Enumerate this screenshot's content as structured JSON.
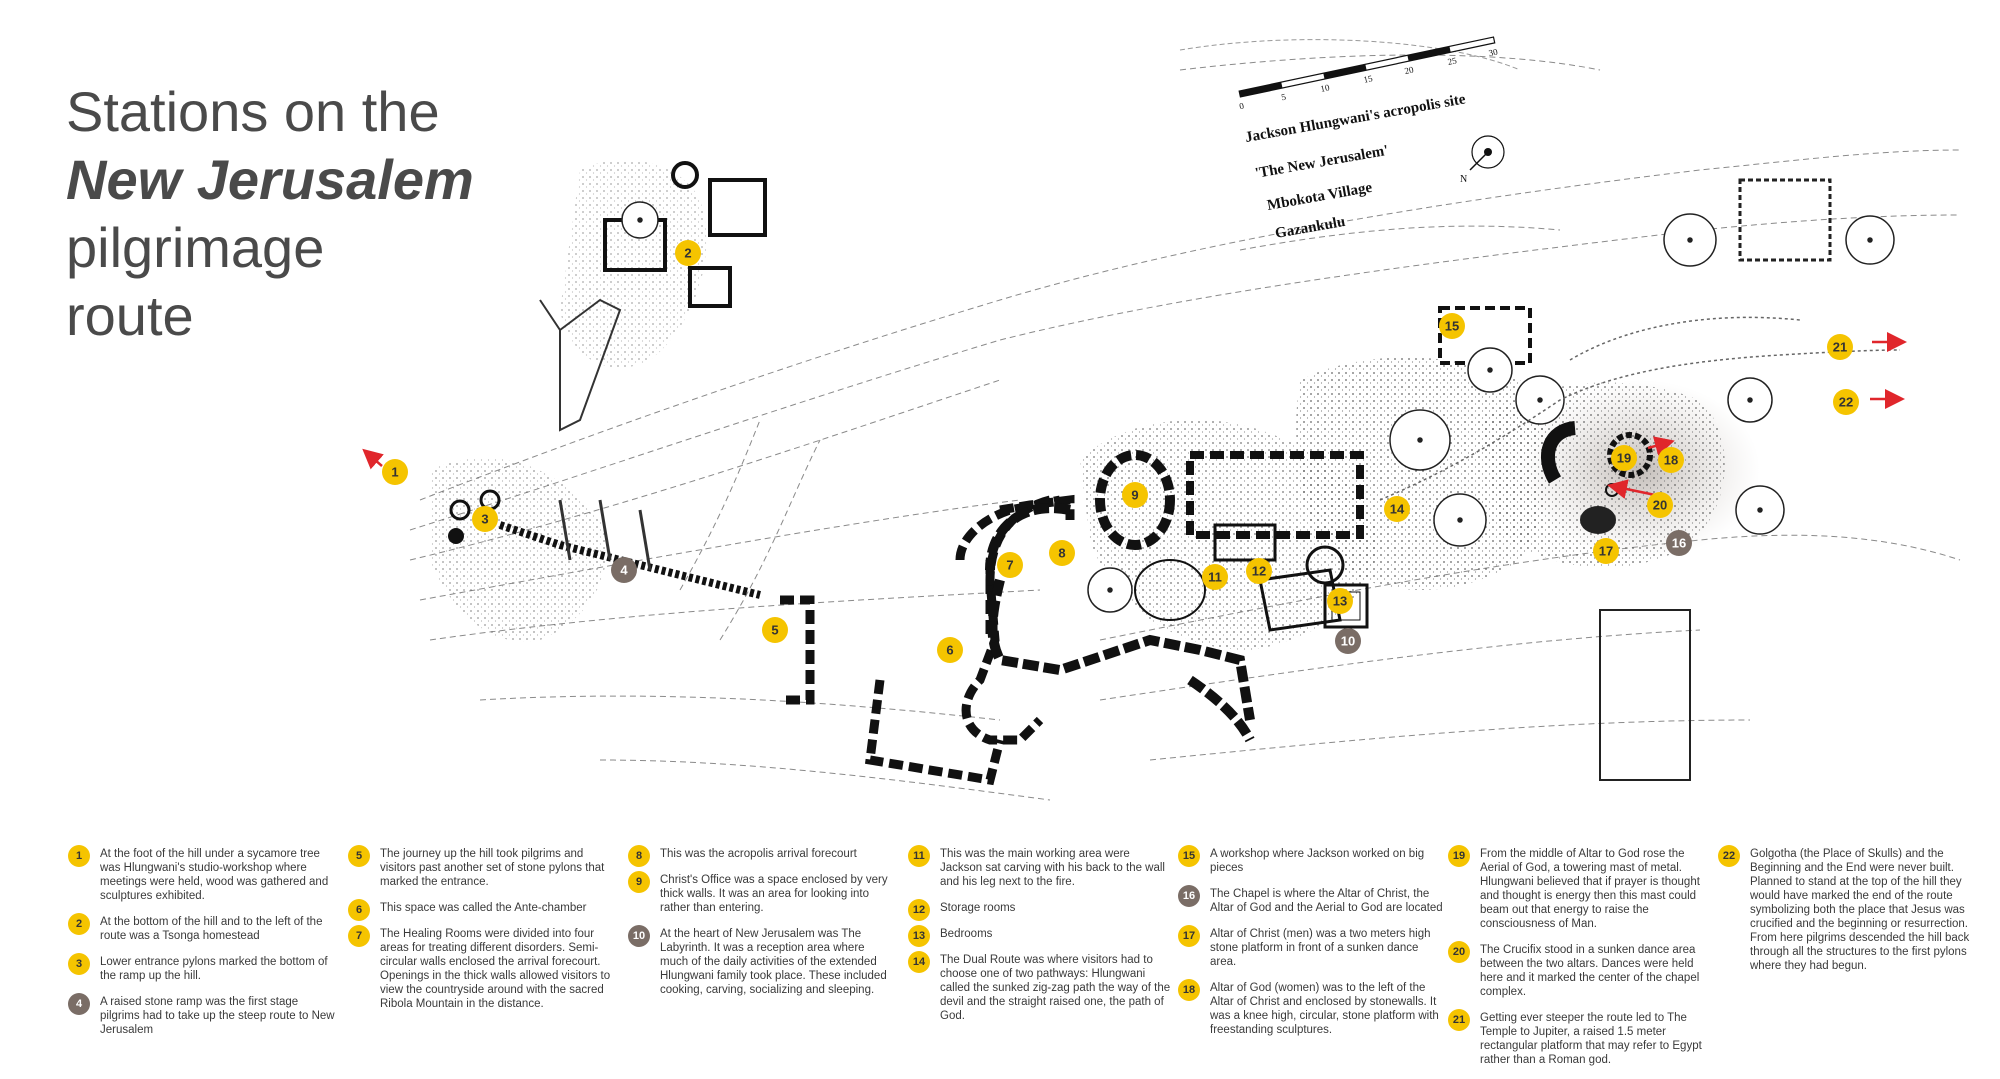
{
  "title": {
    "line1": "Stations on the",
    "line2": "New Jerusalem",
    "line3": "pilgrimage",
    "line4": "route"
  },
  "map_label": {
    "line1": "Jackson Hlungwani's acropolis site",
    "line2": "'The New Jerusalem'",
    "line3": "Mbokota Village",
    "line4": "Gazankulu",
    "scale_ticks": [
      "0",
      "5",
      "10",
      "15",
      "20",
      "25",
      "30"
    ],
    "north": "N"
  },
  "colors": {
    "yellow": "#f5c400",
    "grey": "#7a6d66",
    "arrow": "#e0262b"
  },
  "markers": [
    {
      "n": "1",
      "type": "yellow"
    },
    {
      "n": "2",
      "type": "yellow"
    },
    {
      "n": "3",
      "type": "yellow"
    },
    {
      "n": "4",
      "type": "grey"
    },
    {
      "n": "5",
      "type": "yellow"
    },
    {
      "n": "6",
      "type": "yellow"
    },
    {
      "n": "7",
      "type": "yellow"
    },
    {
      "n": "8",
      "type": "yellow"
    },
    {
      "n": "9",
      "type": "yellow"
    },
    {
      "n": "10",
      "type": "grey"
    },
    {
      "n": "11",
      "type": "yellow"
    },
    {
      "n": "12",
      "type": "yellow"
    },
    {
      "n": "13",
      "type": "yellow"
    },
    {
      "n": "14",
      "type": "yellow"
    },
    {
      "n": "15",
      "type": "yellow"
    },
    {
      "n": "16",
      "type": "grey"
    },
    {
      "n": "17",
      "type": "yellow"
    },
    {
      "n": "18",
      "type": "yellow"
    },
    {
      "n": "19",
      "type": "yellow"
    },
    {
      "n": "20",
      "type": "yellow"
    },
    {
      "n": "21",
      "type": "yellow"
    },
    {
      "n": "22",
      "type": "yellow"
    }
  ],
  "legend": [
    {
      "n": "1",
      "type": "yellow",
      "text": "At the foot of the hill under a sycamore tree was Hlungwani's studio-workshop where meetings were held, wood was gathered and sculptures exhibited."
    },
    {
      "n": "2",
      "type": "yellow",
      "text": "At the bottom of the hill and to the left of the route was a Tsonga homestead"
    },
    {
      "n": "3",
      "type": "yellow",
      "text": "Lower entrance pylons marked the bottom of the ramp up the hill."
    },
    {
      "n": "4",
      "type": "grey",
      "text": "A raised stone ramp was the first stage pilgrims had to take up the steep route to New Jerusalem"
    },
    {
      "n": "5",
      "type": "yellow",
      "text": "The journey up the hill took pilgrims and visitors past another set of stone pylons that marked the entrance."
    },
    {
      "n": "6",
      "type": "yellow",
      "text": "This space was called the Ante-chamber"
    },
    {
      "n": "7",
      "type": "yellow",
      "text": "The Healing Rooms were divided into four areas for treating different disorders. Semi-circular walls enclosed the arrival forecourt. Openings in the thick walls allowed visitors to view the countryside around with the sacred Ribola Mountain in the distance."
    },
    {
      "n": "8",
      "type": "yellow",
      "text": "This was the acropolis arrival forecourt"
    },
    {
      "n": "9",
      "type": "yellow",
      "text": "Christ's Office was a space enclosed by very thick walls. It was an area for looking into rather than entering."
    },
    {
      "n": "10",
      "type": "grey",
      "text": "At the heart of New Jerusalem was The Labyrinth. It was a reception area where much of the daily activities of the extended Hlungwani family took place. These included cooking, carving, socializing and sleeping."
    },
    {
      "n": "11",
      "type": "yellow",
      "text": "This was the main working area were Jackson sat carving with his back to the wall and his leg next to the fire."
    },
    {
      "n": "12",
      "type": "yellow",
      "text": "Storage rooms"
    },
    {
      "n": "13",
      "type": "yellow",
      "text": "Bedrooms"
    },
    {
      "n": "14",
      "type": "yellow",
      "text": "The Dual Route was where visitors had to choose one of two pathways: Hlungwani called the sunked zig-zag path the way of the devil and the straight raised one, the path of God."
    },
    {
      "n": "15",
      "type": "yellow",
      "text": "A workshop where Jackson worked on big pieces"
    },
    {
      "n": "16",
      "type": "grey",
      "text": "The Chapel is where the Altar of Christ, the Altar of God and the Aerial to God are located"
    },
    {
      "n": "17",
      "type": "yellow",
      "text": "Altar of Christ (men) was a two meters high stone platform in front of a sunken dance area."
    },
    {
      "n": "18",
      "type": "yellow",
      "text": "Altar of God (women) was to the left of the Altar of Christ and enclosed by stonewalls. It was a knee high, circular, stone platform with freestanding sculptures."
    },
    {
      "n": "19",
      "type": "yellow",
      "text": "From the middle of Altar to God rose the Aerial of God, a towering mast of metal. Hlungwani believed that if prayer is thought and thought is energy then this mast could beam out that energy to raise the consciousness of Man."
    },
    {
      "n": "20",
      "type": "yellow",
      "text": "The Crucifix stood in a sunken dance area between the two altars. Dances were held here and it marked the center of the chapel complex."
    },
    {
      "n": "21",
      "type": "yellow",
      "text": "Getting ever steeper the route led to The Temple to Jupiter, a raised 1.5 meter rectangular platform that may refer to Egypt rather than a Roman god."
    },
    {
      "n": "22",
      "type": "yellow",
      "text": "Golgotha (the Place of Skulls) and the Beginning and the End were never built. Planned to stand at the top of the hill they would have marked the end of the route symbolizing both the place that Jesus was crucified and the beginning or resurrection. From here pilgrims descended the hill back through all the structures to the first pylons where they had begun."
    }
  ]
}
